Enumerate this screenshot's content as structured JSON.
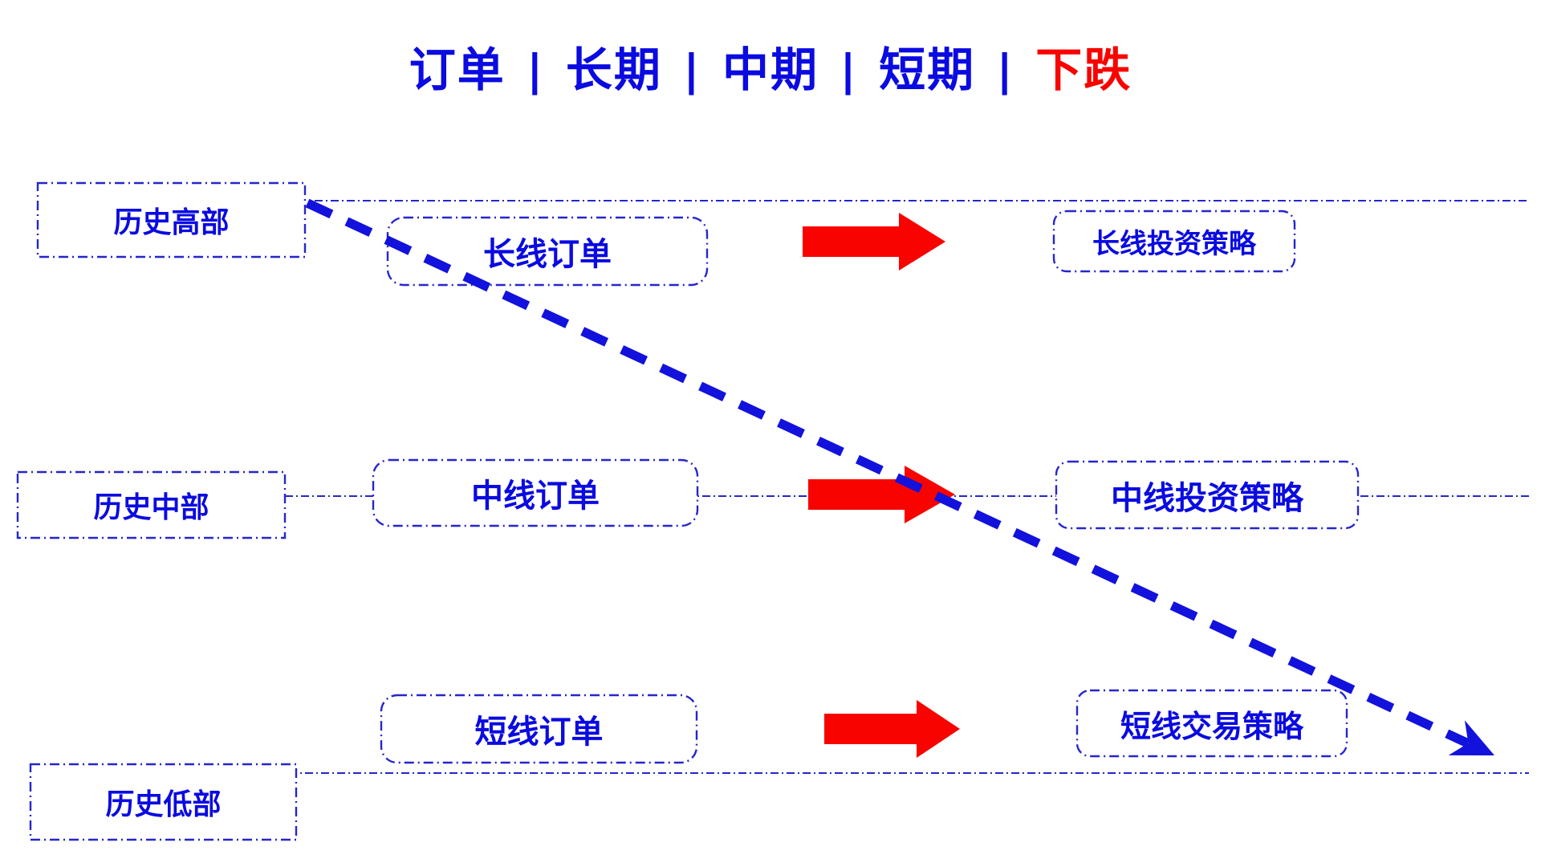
{
  "title": {
    "segments": [
      {
        "text": "订单",
        "color": "blue"
      },
      {
        "text": "长期",
        "color": "blue"
      },
      {
        "text": "中期",
        "color": "blue"
      },
      {
        "text": "短期",
        "color": "blue"
      },
      {
        "text": "下跌",
        "color": "red"
      }
    ],
    "separator": "|"
  },
  "rows": [
    {
      "level": "历史高部",
      "order": "长线订单",
      "strategy": "长线投资策略"
    },
    {
      "level": "历史中部",
      "order": "中线订单",
      "strategy": "中线投资策略"
    },
    {
      "level": "历史低部",
      "order": "短线订单",
      "strategy": "短线交易策略"
    }
  ],
  "icons": {
    "flow_arrow": "right-block-arrow",
    "trend_arrow": "downtrend-dashed-arrow"
  },
  "colors": {
    "text_blue": "#0a0ae1",
    "line_blue": "#2626cc",
    "trend_blue": "#1212dc",
    "red": "#f80300"
  }
}
